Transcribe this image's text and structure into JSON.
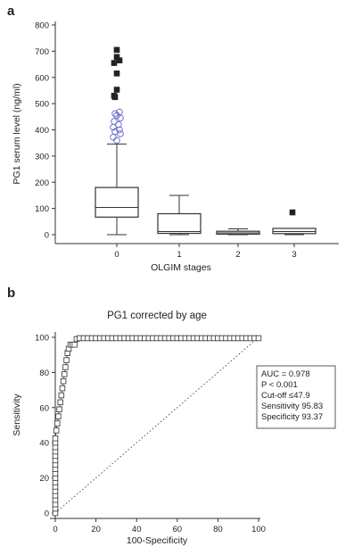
{
  "panels": {
    "a": "a",
    "b": "b"
  },
  "chart_data": [
    {
      "type": "box",
      "panel": "a",
      "title": "",
      "xlabel": "OLGIM stages",
      "ylabel": "PG1 serum level (ng/ml)",
      "ylim": [
        0,
        800
      ],
      "yticks": [
        0,
        100,
        200,
        300,
        400,
        500,
        600,
        700,
        800
      ],
      "categories": [
        "0",
        "1",
        "2",
        "3"
      ],
      "boxes": [
        {
          "category": "0",
          "whisker_low": 0,
          "q1": 67,
          "median": 104,
          "q3": 180,
          "whisker_high": 346,
          "outliers_circle": [
            360,
            372,
            385,
            393,
            400,
            410,
            420,
            432,
            445,
            455,
            462,
            468
          ],
          "outliers_square": [
            525,
            530,
            553,
            615,
            655,
            665,
            678,
            705
          ]
        },
        {
          "category": "1",
          "whisker_low": 0,
          "q1": 5,
          "median": 12,
          "q3": 80,
          "whisker_high": 150,
          "outliers_circle": [],
          "outliers_square": []
        },
        {
          "category": "2",
          "whisker_low": 0,
          "q1": 2,
          "median": 7,
          "q3": 13,
          "whisker_high": 22,
          "outliers_circle": [],
          "outliers_square": []
        },
        {
          "category": "3",
          "whisker_low": 0,
          "q1": 4,
          "median": 12,
          "q3": 24,
          "whisker_high": 24,
          "outliers_circle": [],
          "outliers_square": [
            85
          ]
        }
      ],
      "grid": false,
      "colors": {
        "box": "#333333",
        "circle_outlier": "#6f6fd0",
        "square_outlier": "#222222"
      }
    },
    {
      "type": "line",
      "panel": "b",
      "title": "PG1 corrected by age",
      "xlabel": "100-Specificity",
      "ylabel": "Sensitivity",
      "xlim": [
        0,
        100
      ],
      "ylim": [
        0,
        100
      ],
      "xticks": [
        0,
        20,
        40,
        60,
        80,
        100
      ],
      "yticks": [
        0,
        20,
        40,
        60,
        80,
        100
      ],
      "series": [
        {
          "x": [
            0,
            0,
            0,
            0,
            0,
            0,
            0,
            0,
            0,
            0,
            0,
            0,
            0,
            0,
            0,
            0,
            0,
            0,
            0.5,
            1,
            1.5,
            2,
            2.5,
            3,
            3.5,
            4,
            4.5,
            5,
            5.5,
            6,
            6.6,
            7.5,
            8.5,
            9.5,
            10.5,
            12,
            14,
            16,
            18,
            20,
            22,
            24,
            26,
            28,
            30,
            32,
            34,
            36,
            38,
            40,
            42,
            44,
            46,
            48,
            50,
            52,
            54,
            56,
            58,
            60,
            62,
            64,
            66,
            68,
            70,
            72,
            74,
            76,
            78,
            80,
            82,
            84,
            86,
            88,
            90,
            92,
            94,
            96,
            98,
            100
          ],
          "y": [
            0,
            2.5,
            5,
            7.5,
            10,
            12.5,
            15,
            17.5,
            20,
            22.5,
            25,
            27.5,
            30,
            32.5,
            35,
            37.5,
            40,
            42.5,
            47,
            51,
            55,
            59,
            63,
            67,
            71,
            75,
            79,
            83,
            87,
            91,
            93.5,
            95.8,
            95.8,
            95.8,
            99,
            99.5,
            99.5,
            99.5,
            99.5,
            99.5,
            99.5,
            99.5,
            99.5,
            99.5,
            99.5,
            99.5,
            99.5,
            99.5,
            99.5,
            99.5,
            99.5,
            99.5,
            99.5,
            99.5,
            99.5,
            99.5,
            99.5,
            99.5,
            99.5,
            99.5,
            99.5,
            99.5,
            99.5,
            99.5,
            99.5,
            99.5,
            99.5,
            99.5,
            99.5,
            99.5,
            99.5,
            99.5,
            99.5,
            99.5,
            99.5,
            99.5,
            99.5,
            99.5,
            99.5,
            99.5
          ]
        }
      ],
      "reference_line": {
        "x": [
          0,
          100
        ],
        "y": [
          0,
          100
        ],
        "style": "dotted"
      },
      "annotation": [
        "AUC = 0.978",
        "P < 0.001",
        "Cut-off ≤47.9",
        "Sensitivity 95.83",
        "Specificity 93.37"
      ],
      "legend_position": "right",
      "grid": false
    }
  ]
}
